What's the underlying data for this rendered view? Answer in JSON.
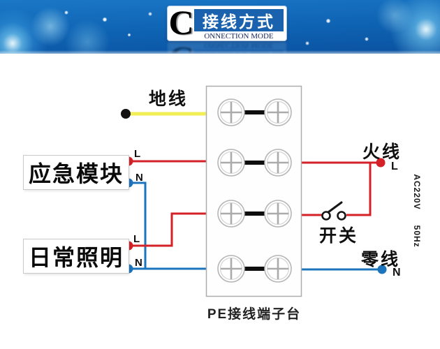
{
  "header": {
    "big_letter": "C",
    "title": "接线方式",
    "subtitle": "ONNECTION MODE"
  },
  "diagram": {
    "ground": {
      "label": "地线"
    },
    "boxes": {
      "emergency": {
        "label": "应急模块",
        "l": "L",
        "n": "N"
      },
      "daily": {
        "label": "日常照明",
        "l": "L",
        "n": "N"
      }
    },
    "live": {
      "label": "火线",
      "terminal": "L"
    },
    "neutral": {
      "label": "零线",
      "terminal": "N"
    },
    "switch": {
      "label": "开关"
    },
    "terminal_block": {
      "label": "PE接线端子台",
      "rows": 4
    },
    "power": {
      "voltage": "AC220V",
      "frequency": "50Hz"
    },
    "colors": {
      "live_wire": "#d42127",
      "neutral_wire": "#1c75bc",
      "ground_wire": "#f2ee55",
      "banner_blue": "#0d5fae",
      "title_box_blue": "#1b62ae"
    }
  }
}
